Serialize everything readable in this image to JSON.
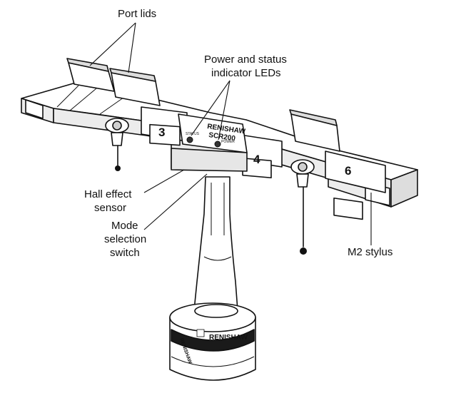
{
  "callouts": {
    "port_lids": "Port lids",
    "leds_line1": "Power and status",
    "leds_line2": "indicator LEDs",
    "hall_line1": "Hall effect",
    "hall_line2": "sensor",
    "mode_line1": "Mode",
    "mode_line2": "selection",
    "mode_line3": "switch",
    "m2_stylus": "M2 stylus"
  },
  "port_numbers": {
    "p3": "3",
    "p4": "4",
    "p6": "6"
  },
  "branding": {
    "rack_line1": "RENISHAW",
    "rack_line2": "SCR200",
    "base_name": "RENISHAW",
    "base_name_side": "RENISHAW"
  },
  "led_labels": {
    "status": "STATUS",
    "power": "POWER"
  }
}
